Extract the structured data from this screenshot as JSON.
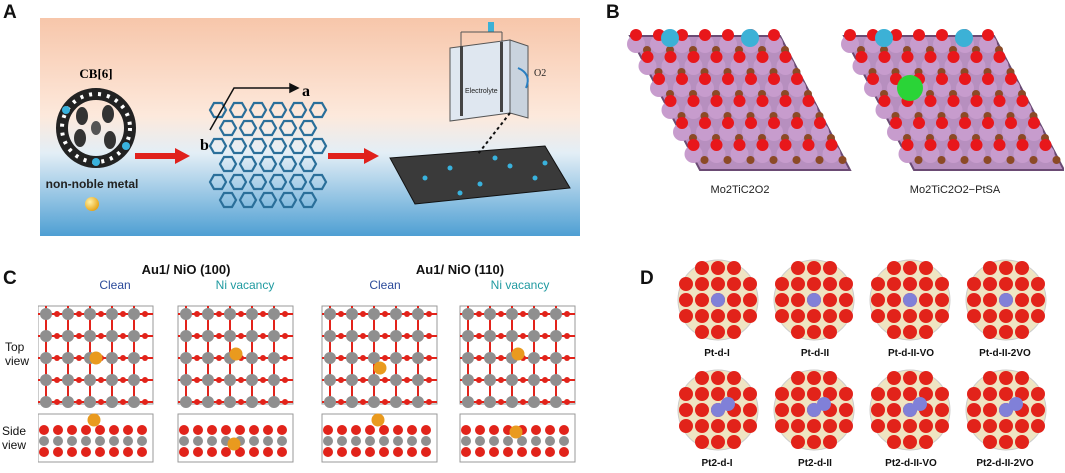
{
  "panels": {
    "a": {
      "letter": "A",
      "cb_label": "CB[6]",
      "metal_label": "non-noble metal",
      "axis_a": "a",
      "axis_b": "b",
      "electrolyte_label": "Electrolyte",
      "o2_label": "O2",
      "colors": {
        "bg_top": "#f6c9ae",
        "bg_bottom": "#4f9fd2",
        "arrow": "#e0211c",
        "metal": "#f2b21d"
      }
    },
    "b": {
      "letter": "B",
      "left_caption": "Mo2TiC2O2",
      "right_caption": "Mo2TiC2O2−PtSA",
      "colors": {
        "oxygen": "#e8171b",
        "molybdenum": "#c79ccd",
        "carbon": "#8b4a26",
        "titanium": "#3cb1d6",
        "platinum": "#2ad437"
      }
    },
    "c": {
      "letter": "C",
      "group1_title": "Au1/ NiO (100)",
      "group2_title": "Au1/ NiO (110)",
      "clean": "Clean",
      "ni_vacancy": "Ni vacancy",
      "row_top": "Top view",
      "row_side": "Side view",
      "colors": {
        "ni": "#8f8f8f",
        "o": "#e2231a",
        "au": "#e99a1e"
      }
    },
    "d": {
      "letter": "D",
      "labels_row1": [
        "Pt-d-I",
        "Pt-d-II",
        "Pt-d-II-VO",
        "Pt-d-II-2VO"
      ],
      "labels_row2": [
        "Pt2-d-I",
        "Pt2-d-II",
        "Pt2-d-II-VO",
        "Pt2-d-II-2VO"
      ],
      "colors": {
        "o": "#e2231a",
        "support": "#efe4c2",
        "pt": "#8080d8"
      }
    }
  }
}
